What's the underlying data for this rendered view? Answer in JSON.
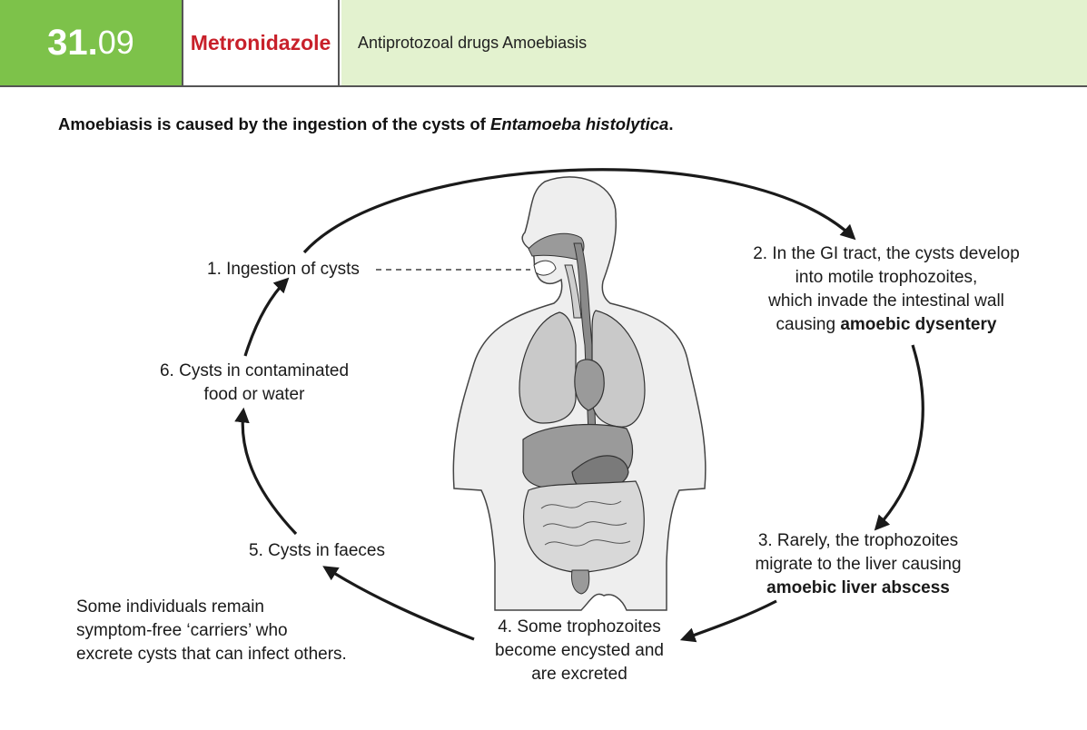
{
  "header": {
    "number_major": "31.",
    "number_minor": "09",
    "drug": "Metronidazole",
    "category": "Antiprotozoal drugs Amoebiasis"
  },
  "intro": {
    "text": "Amoebiasis is caused by the ingestion of the cysts of ",
    "italic": "Entamoeba histolytica",
    "end": "."
  },
  "cycle": {
    "step1": "1. Ingestion of cysts",
    "step2": {
      "line1": "2. In the GI tract, the cysts develop",
      "line2": "into motile trophozoites,",
      "line3": "which invade the intestinal wall",
      "line4_plain": "causing ",
      "line4_bold": "amoebic dysentery"
    },
    "step3": {
      "line1": "3. Rarely, the trophozoites",
      "line2": "migrate to the liver causing",
      "line3_bold": "amoebic liver abscess"
    },
    "step4": {
      "line1": "4. Some trophozoites",
      "line2": "become encysted and",
      "line3": "are excreted"
    },
    "step5": "5. Cysts in faeces",
    "step6": {
      "line1": "6. Cysts in contaminated",
      "line2": "food or water"
    }
  },
  "note": {
    "line1": "Some individuals remain",
    "line2": "symptom-free ‘carriers’ who",
    "line3": "excrete cysts that can infect others."
  },
  "colors": {
    "accent_green": "#7dc24a",
    "header_light_green": "#e3f2cf",
    "drug_red": "#c8202a",
    "body_fill": "#eeeeee",
    "organ_fill": "#9a9a9a"
  }
}
